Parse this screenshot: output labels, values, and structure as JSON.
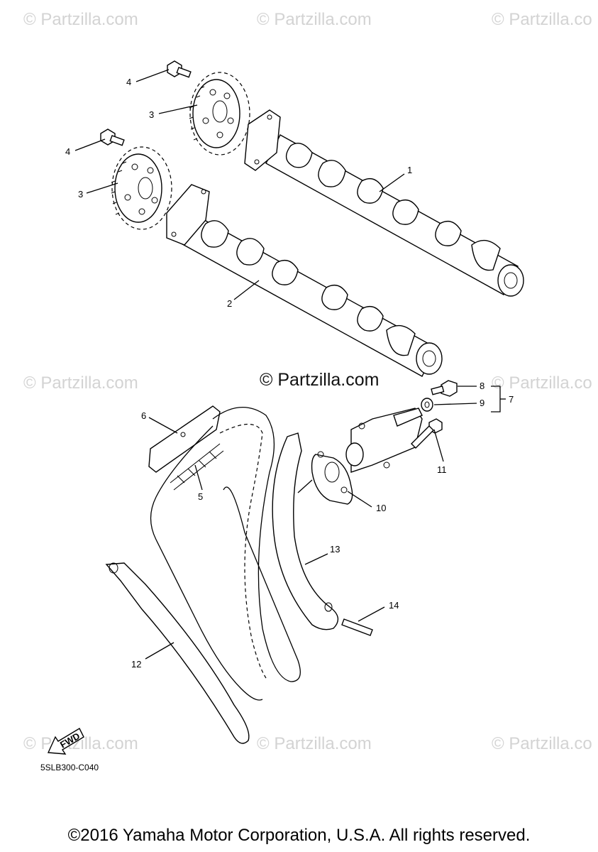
{
  "watermarks": [
    "© Partzilla.com",
    "© Partzilla.com",
    "© Partzilla.co",
    "© Partzilla.com",
    "© Partzilla.co",
    "© Partzilla.com",
    "© Partzilla.com",
    "© Partzilla.co"
  ],
  "center_watermark": "© Partzilla.com",
  "callouts": {
    "c1": "1",
    "c2": "2",
    "c3a": "3",
    "c3b": "3",
    "c4a": "4",
    "c4b": "4",
    "c5": "5",
    "c6": "6",
    "c7": "7",
    "c8": "8",
    "c9": "9",
    "c10": "10",
    "c11": "11",
    "c12": "12",
    "c13": "13",
    "c14": "14"
  },
  "fwd_label": "FWD",
  "diagram_code": "5SLB300-C040",
  "copyright": "©2016 Yamaha Motor Corporation, U.S.A. All rights reserved."
}
